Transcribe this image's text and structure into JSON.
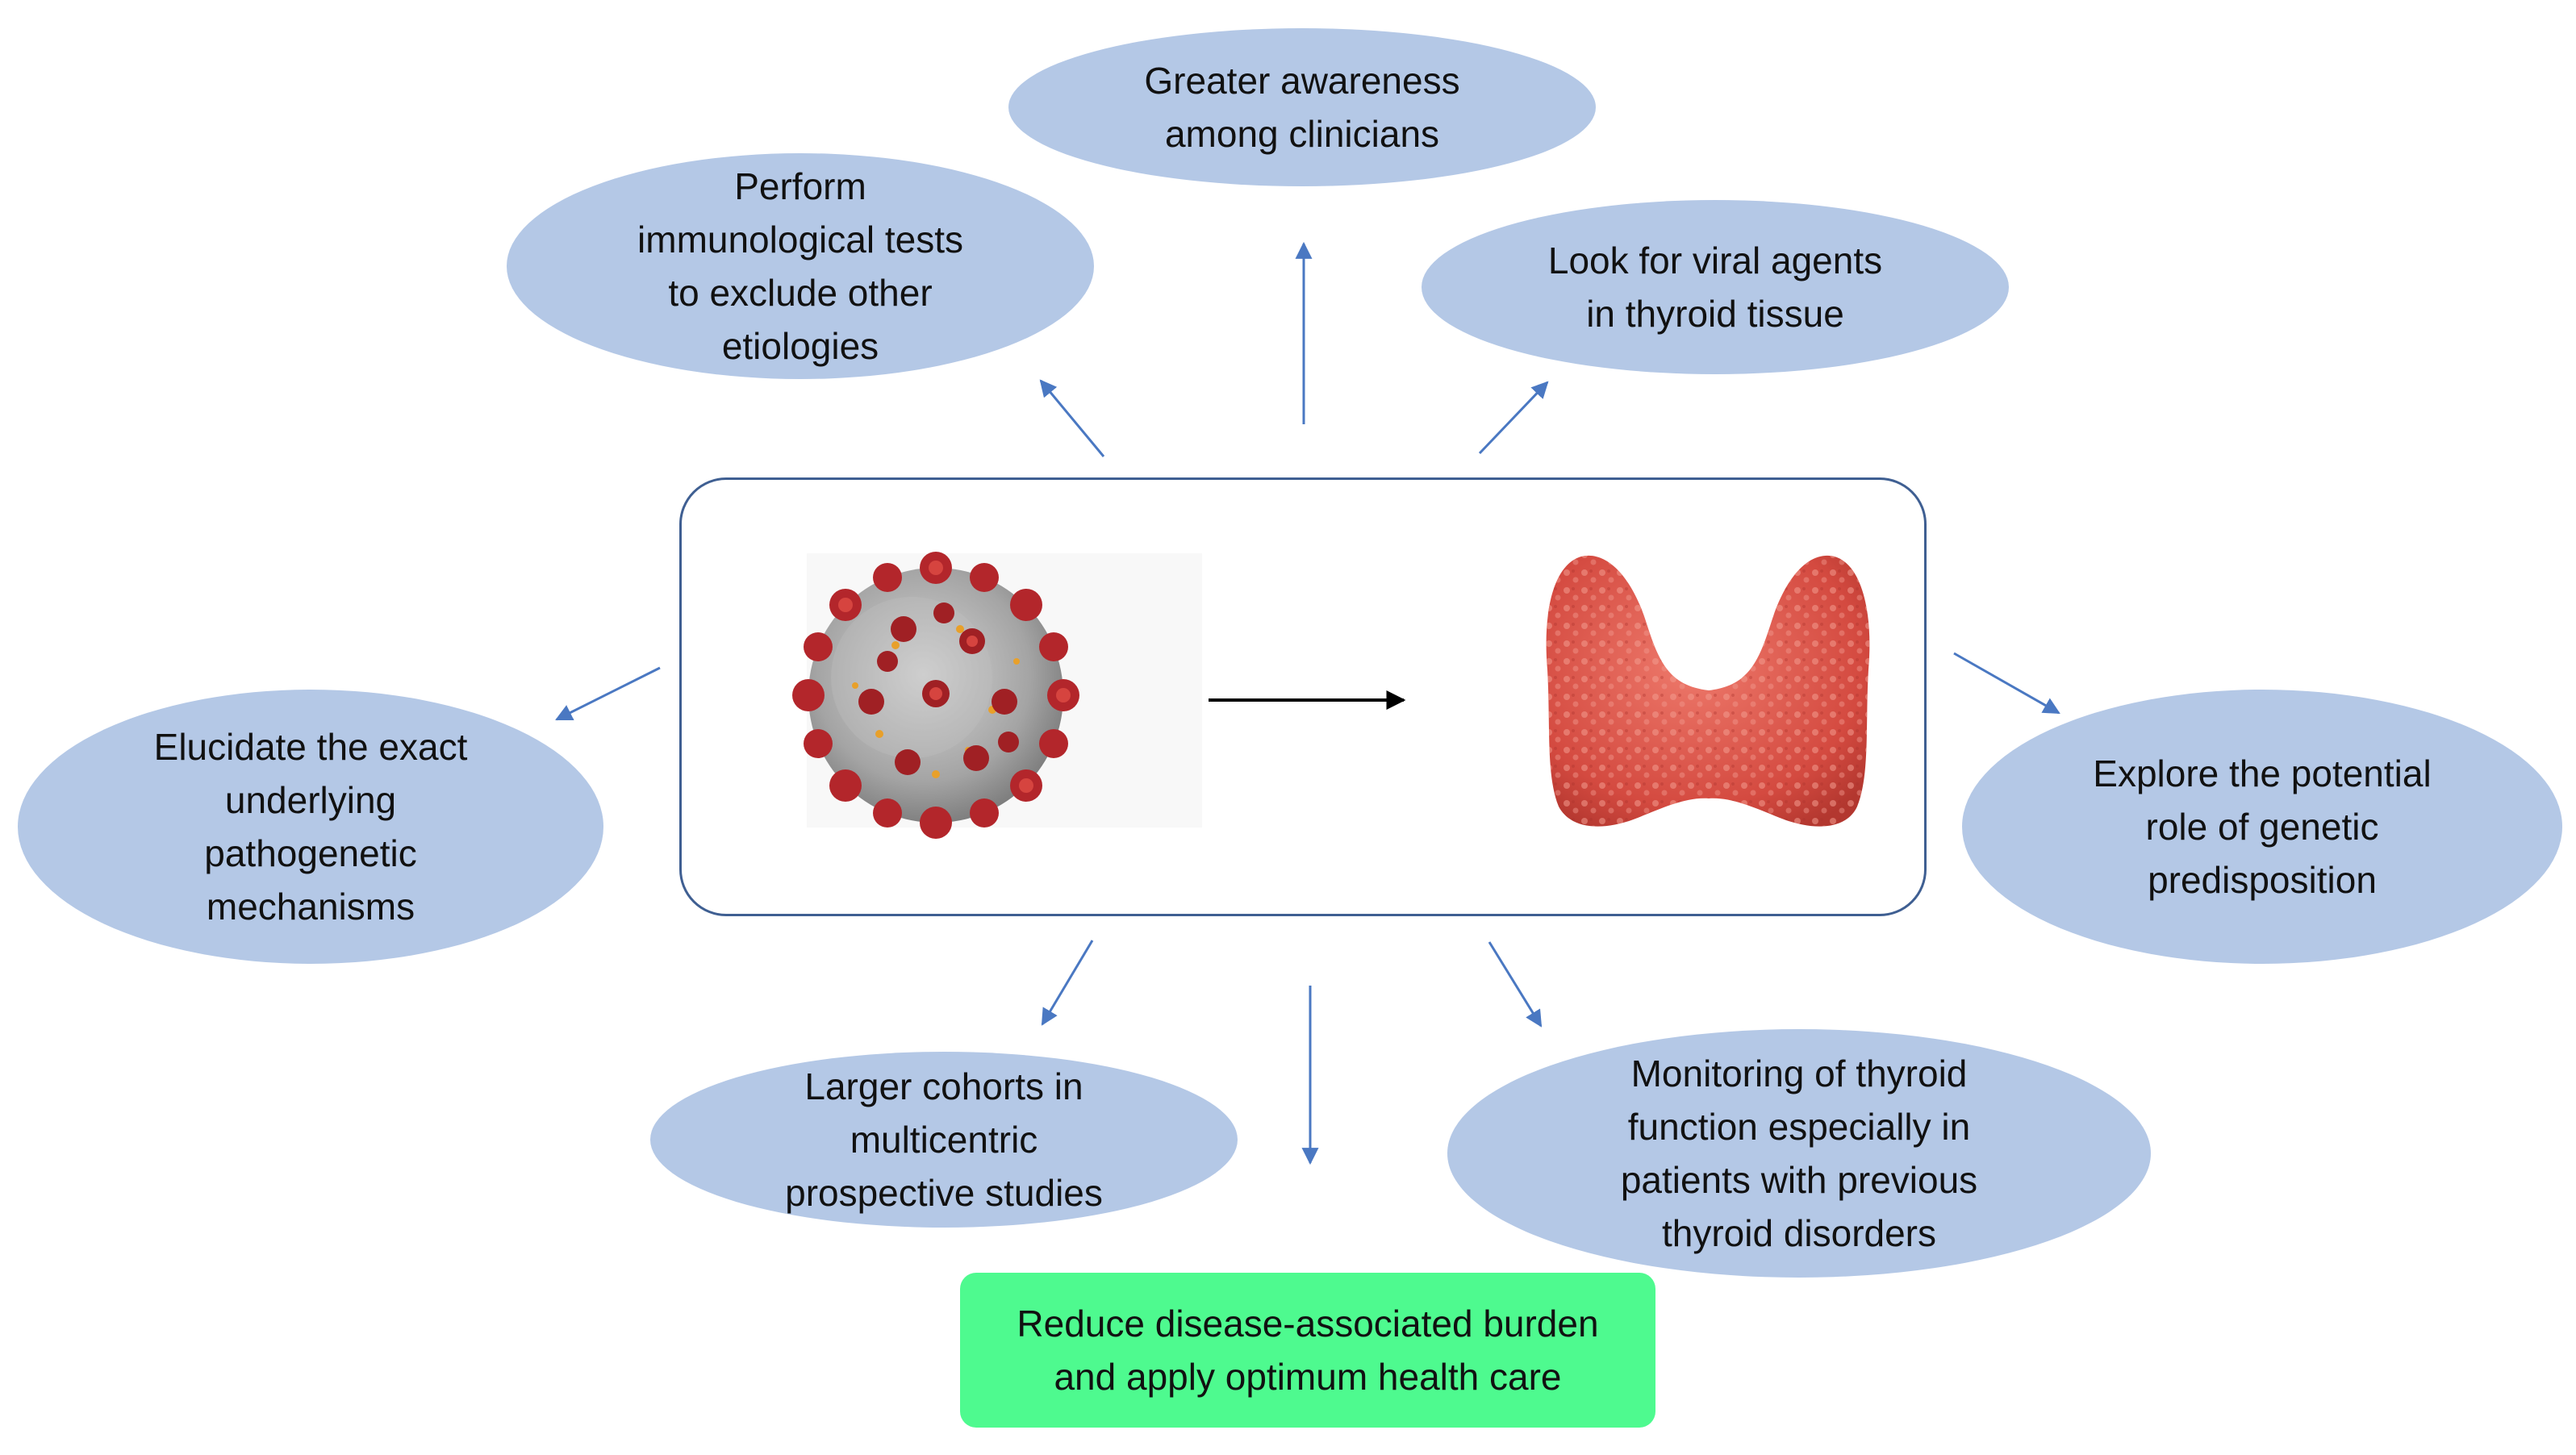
{
  "nodes": {
    "clinician_awareness": "Greater awareness\namong clinicians",
    "immunological_tests": "Perform\nimmunological tests\nto exclude other\netiologies",
    "viral_agents": "Look for viral agents\nin thyroid tissue",
    "pathogenetic_mechanisms": "Elucidate the exact\nunderlying\npathogenetic\nmechanisms",
    "genetic_predisposition": "Explore the potential\nrole of genetic\npredisposition",
    "larger_cohorts": "Larger cohorts in\nmulticentric\nprospective studies",
    "thyroid_monitoring": "Monitoring of thyroid\nfunction especially in\npatients with previous\nthyroid disorders",
    "goal": "Reduce disease-associated burden\nand apply optimum health care"
  },
  "colors": {
    "ellipse_fill": "#b4c8e6",
    "goal_fill": "#4efa8f",
    "arrow": "#4a78c2",
    "box_border": "#3f5f92",
    "virus_red": "#b3262b",
    "virus_grey": "#9a9a9a",
    "thyroid_red": "#d9544a"
  },
  "icons": {
    "virus": "coronavirus-icon",
    "thyroid": "thyroid-gland-icon"
  }
}
